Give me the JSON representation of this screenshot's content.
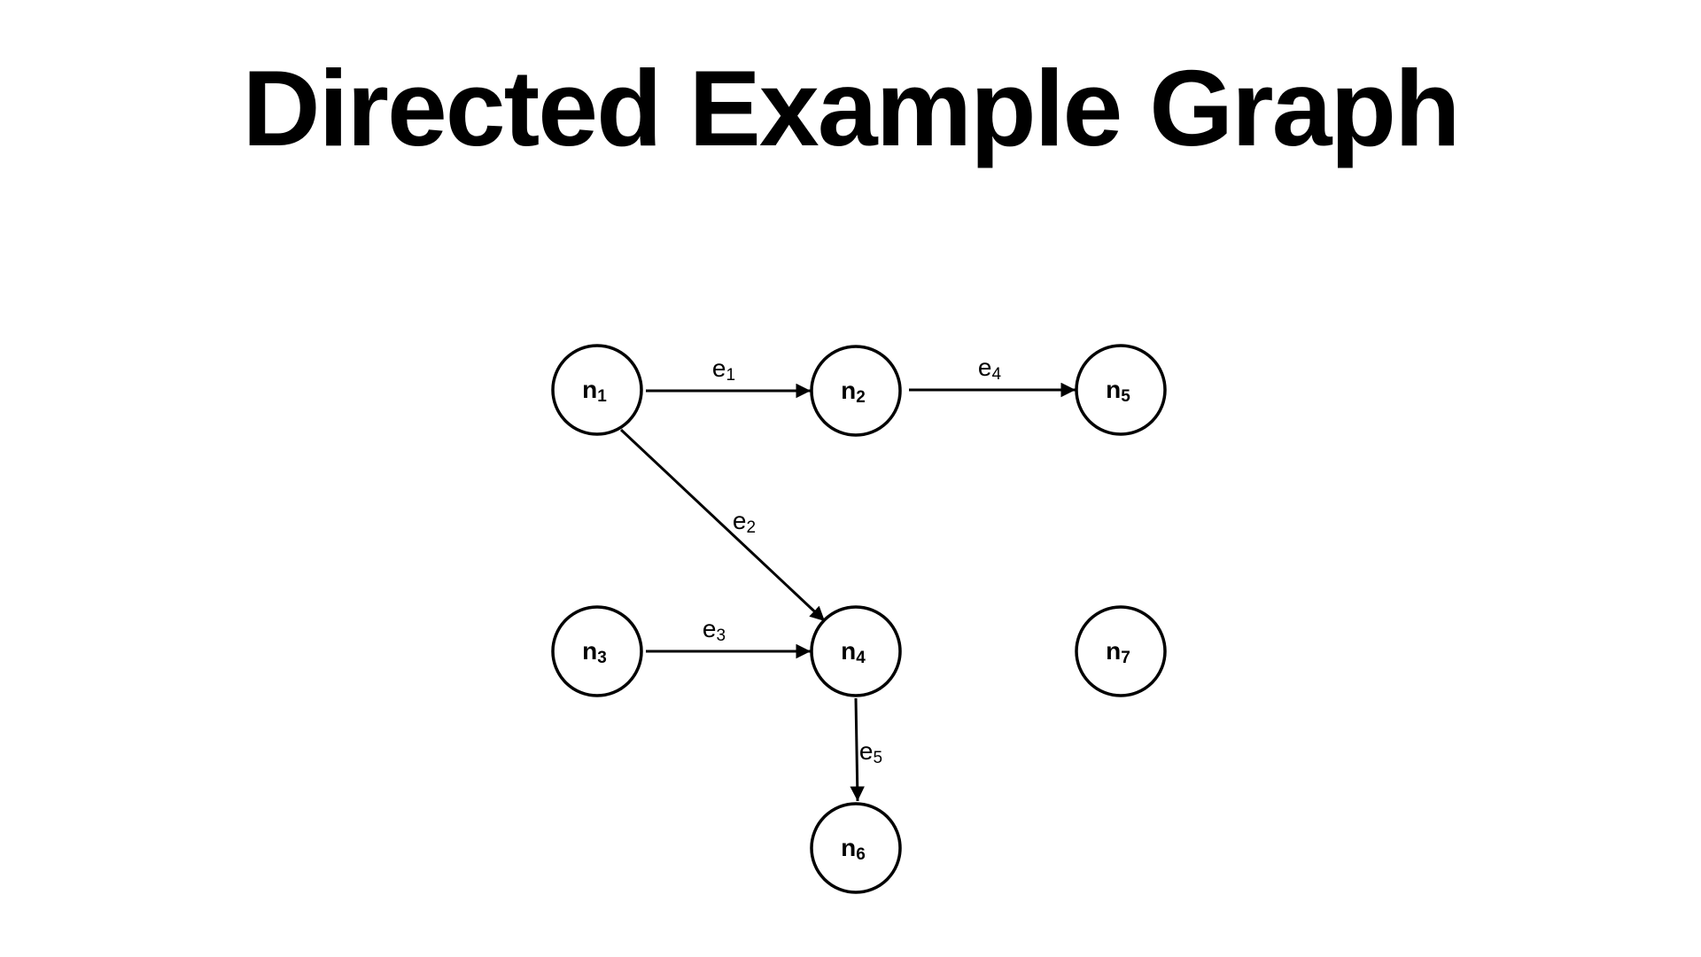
{
  "title": "Directed Example Graph",
  "nodes": [
    {
      "id": "n1",
      "base": "n",
      "sub": "1"
    },
    {
      "id": "n2",
      "base": "n",
      "sub": "2"
    },
    {
      "id": "n3",
      "base": "n",
      "sub": "3"
    },
    {
      "id": "n4",
      "base": "n",
      "sub": "4"
    },
    {
      "id": "n5",
      "base": "n",
      "sub": "5"
    },
    {
      "id": "n6",
      "base": "n",
      "sub": "6"
    },
    {
      "id": "n7",
      "base": "n",
      "sub": "7"
    }
  ],
  "edges": [
    {
      "id": "e1",
      "base": "e",
      "sub": "1",
      "from": "n1",
      "to": "n2"
    },
    {
      "id": "e2",
      "base": "e",
      "sub": "2",
      "from": "n1",
      "to": "n4"
    },
    {
      "id": "e3",
      "base": "e",
      "sub": "3",
      "from": "n3",
      "to": "n4"
    },
    {
      "id": "e4",
      "base": "e",
      "sub": "4",
      "from": "n2",
      "to": "n5"
    },
    {
      "id": "e5",
      "base": "e",
      "sub": "5",
      "from": "n4",
      "to": "n6"
    }
  ]
}
